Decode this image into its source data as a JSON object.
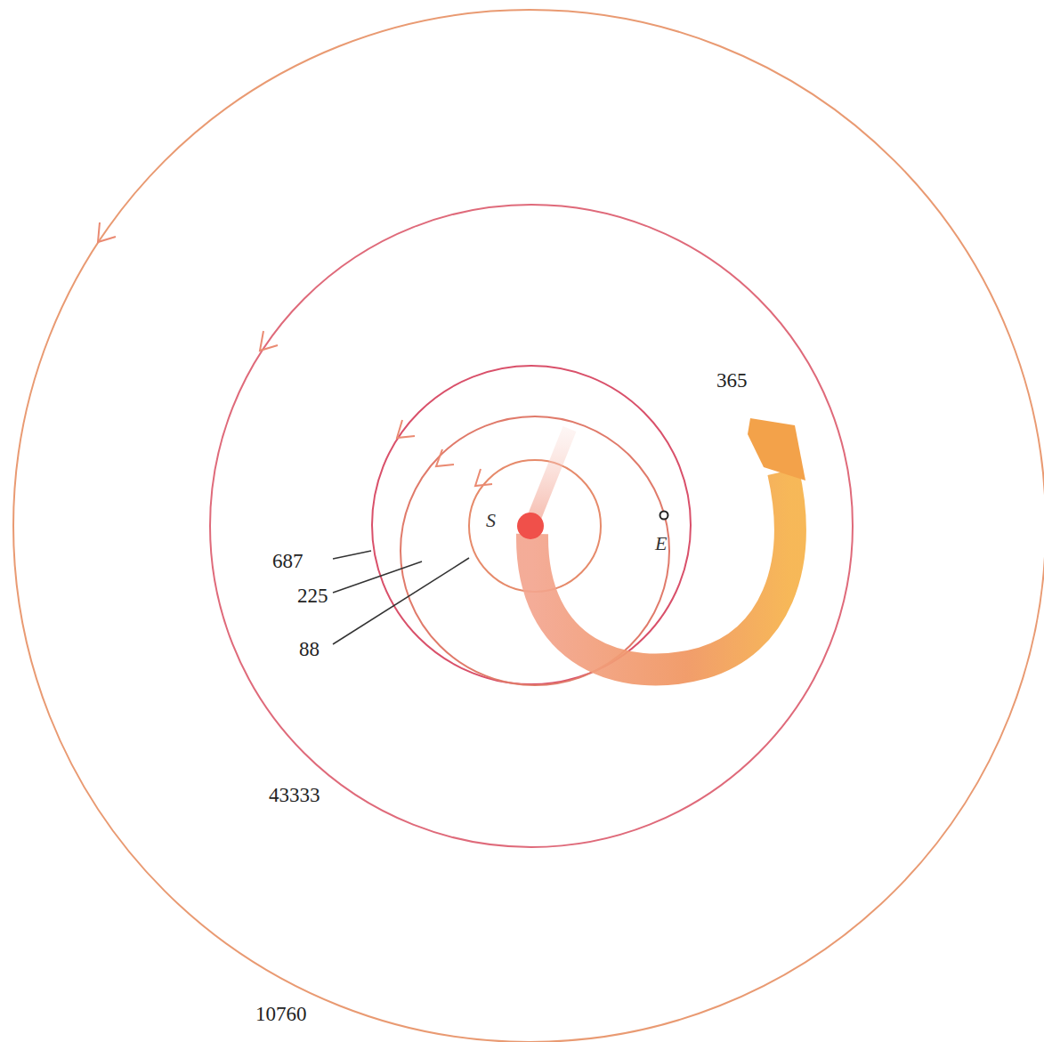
{
  "diagram": {
    "labels": [
      "S",
      "E",
      "365",
      "687",
      "225",
      "88",
      "43333",
      "10760"
    ]
  }
}
